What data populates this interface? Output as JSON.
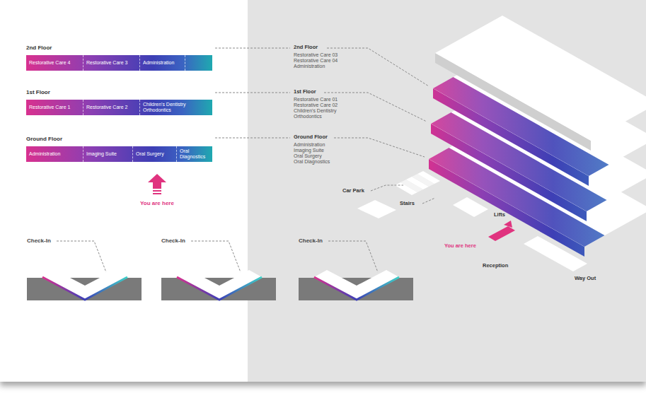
{
  "diagram": {
    "nodes": [
      {
        "text": [
          "2nd Floor"
        ]
      },
      {
        "text": [
          "Restorative Care 4"
        ],
        "in": 0
      },
      {
        "text": [
          "Restorative Care 3"
        ],
        "in": 0
      },
      {
        "text": [
          "Administration"
        ],
        "in": 0
      },
      {
        "text": [
          "1st Floor"
        ]
      },
      {
        "text": [
          "Restorative Care 1"
        ],
        "in": 4
      },
      {
        "text": [
          "Restorative Care 2"
        ],
        "in": 4
      },
      {
        "text": [
          "Children's Dentistry Orthodontics"
        ],
        "in": 4
      },
      {
        "text": [
          "Ground Floor"
        ]
      },
      {
        "text": [
          "Administration"
        ],
        "in": 8
      },
      {
        "text": [
          "Imaging Suite"
        ],
        "in": 8
      },
      {
        "text": [
          "Oral Surgery"
        ],
        "in": 8
      },
      {
        "text": [
          "Oral Diagnostics"
        ],
        "in": 8
      }
    ],
    "labels": [
      "You are here",
      "Check-In",
      "Check-In",
      "Check-In",
      "2nd Floor",
      "Restorative Care 03",
      "Restorative Care 04",
      "Administration",
      "1st Floor",
      "Restorative Care 01",
      "Restorative Care 02",
      "Children's Dentistry",
      "Orthodontics",
      "Ground Floor",
      "Administration",
      "Imaging Suite",
      "Oral Surgery",
      "Oral Diagnostics",
      "Car Park",
      "Stairs",
      "Lifts",
      "You are here",
      "Reception",
      "Way Out"
    ]
  }
}
